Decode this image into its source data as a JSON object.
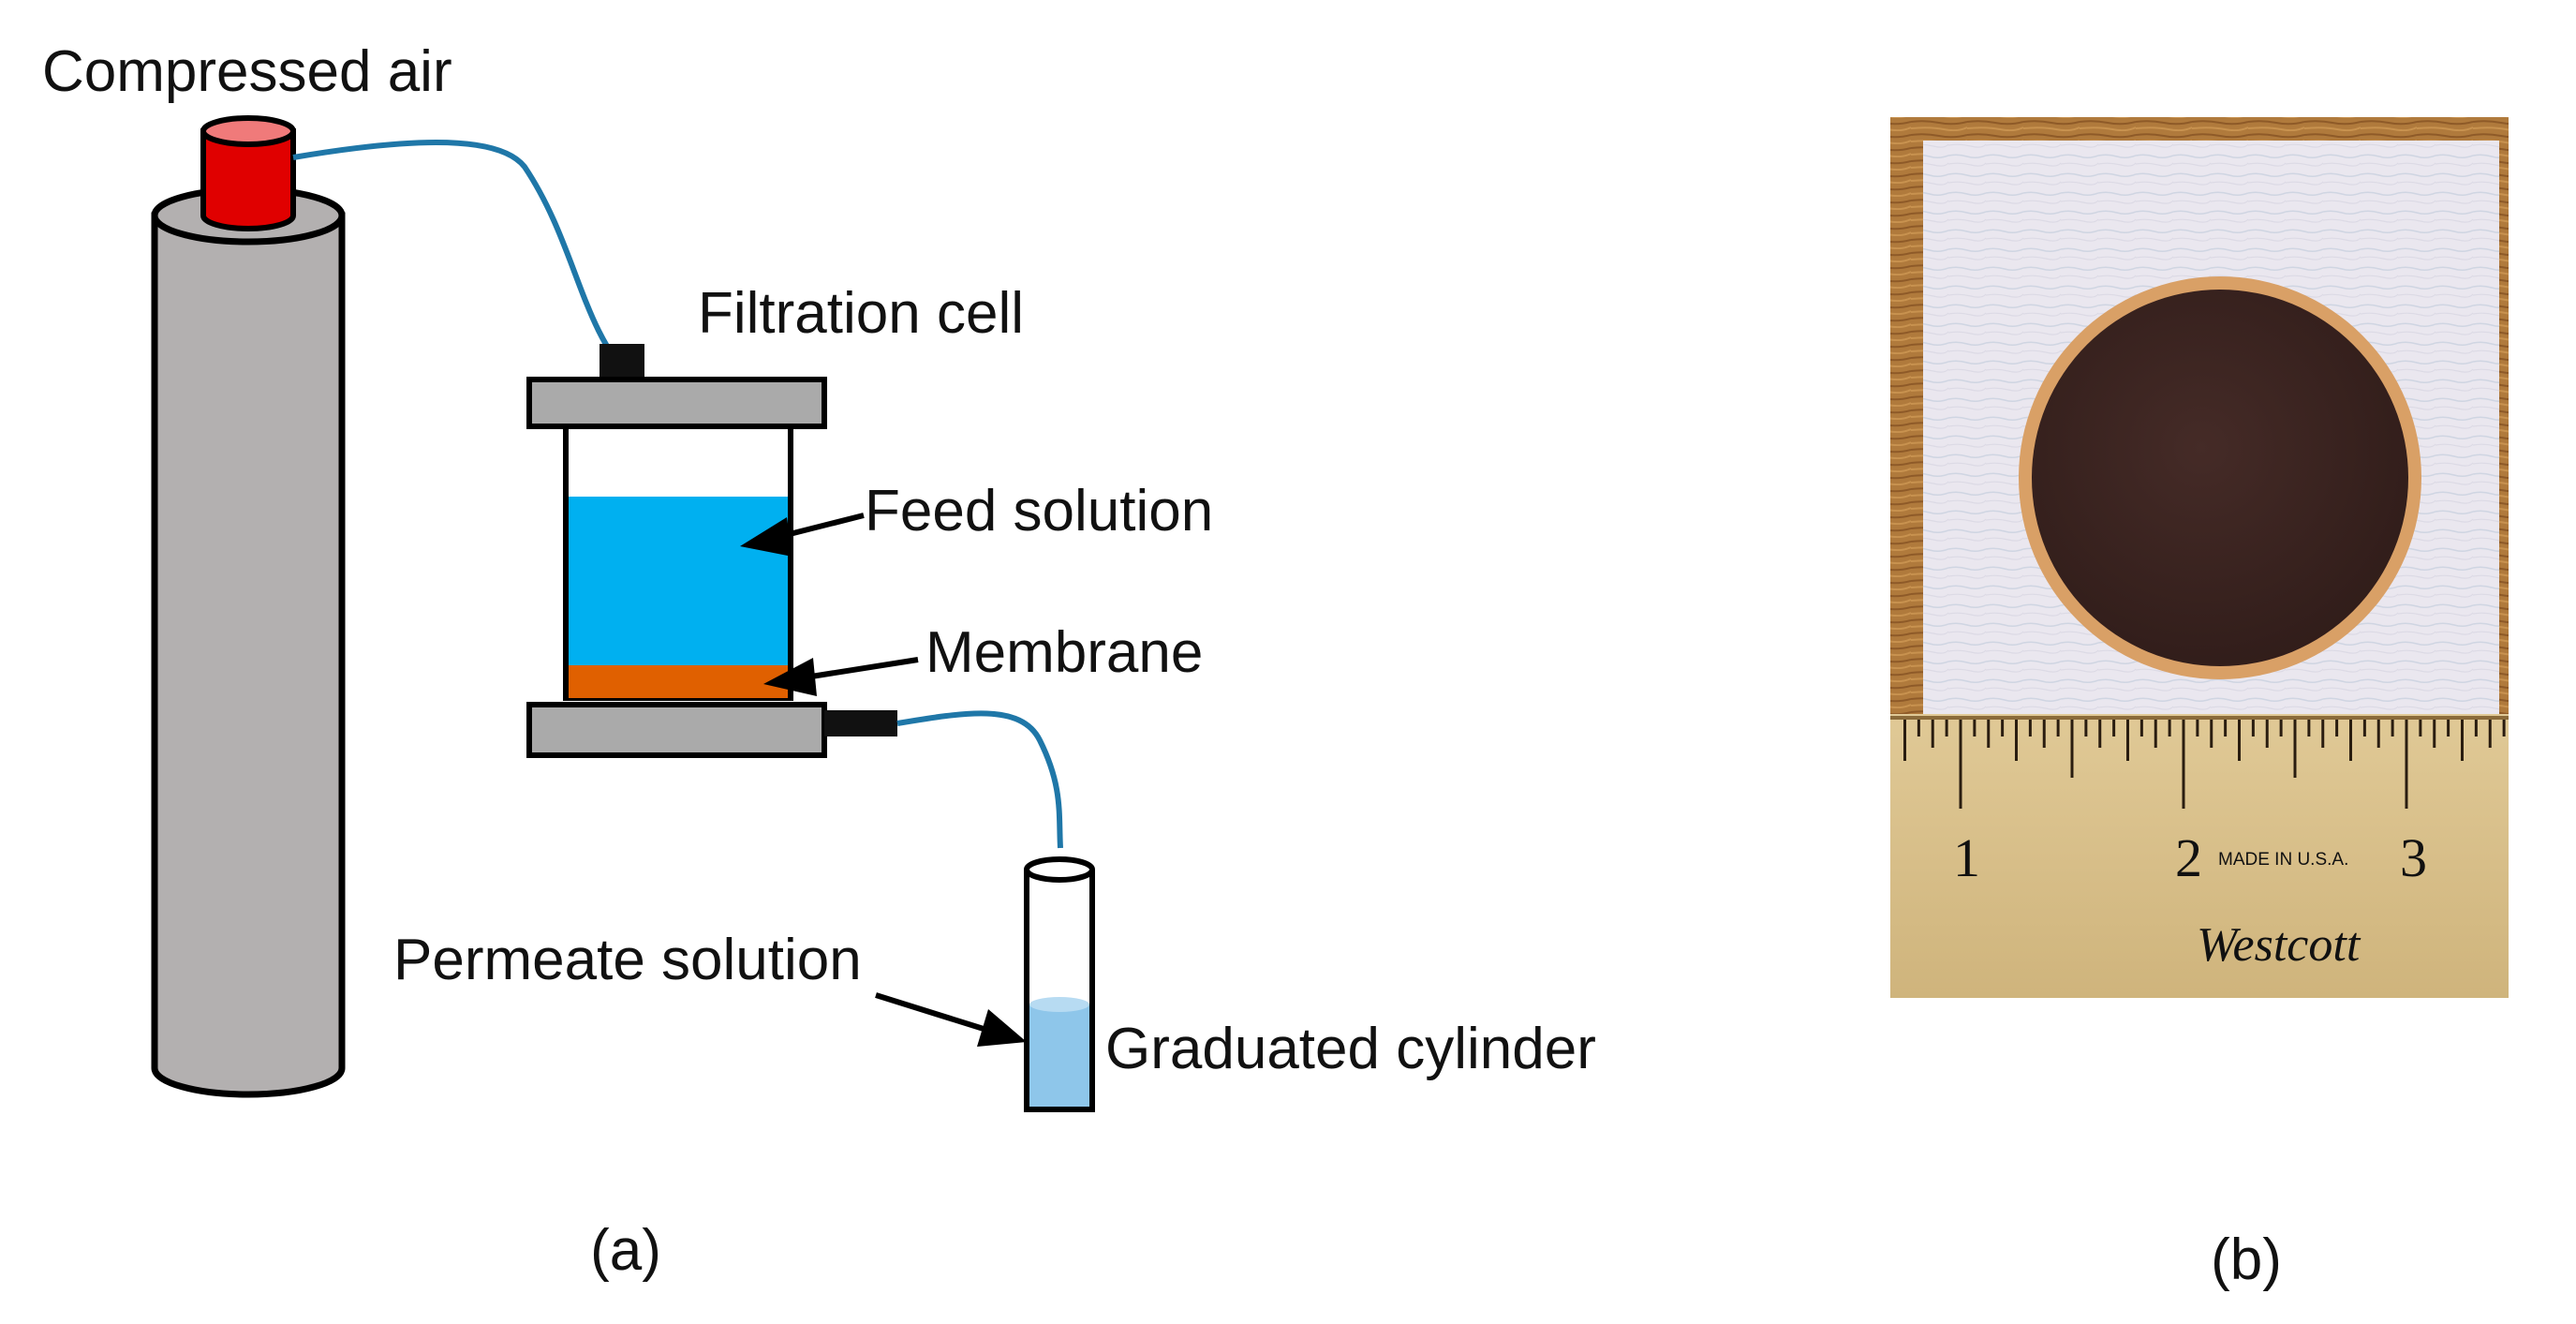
{
  "panel_a": {
    "caption": "(a)",
    "labels": {
      "compressed_air": "Compressed air",
      "filtration_cell": "Filtration cell",
      "feed_solution": "Feed solution",
      "membrane": "Membrane",
      "permeate_solution": "Permeate solution",
      "graduated_cylinder": "Graduated cylinder"
    },
    "colors": {
      "cylinder_body": "#b3b0b0",
      "valve_cap": "#e00000",
      "valve_top": "#f07a7a",
      "tubing": "#1f77a8",
      "feed_solution": "#00b0f0",
      "membrane": "#e06000",
      "permeate": "#8ec6ea",
      "cell_plate": "#aaaaaa",
      "outline": "#000000"
    }
  },
  "panel_b": {
    "caption": "(b)",
    "ruler": {
      "numbers": [
        "1",
        "2",
        "3"
      ],
      "made_in": "MADE IN U.S.A.",
      "brand": "Westcott"
    },
    "colors": {
      "wood": "#b07a3c",
      "paper": "#eae7ef",
      "membrane_disc": "#3b2421",
      "disc_rim": "#d9a066",
      "ruler": "#d8c08c"
    }
  }
}
